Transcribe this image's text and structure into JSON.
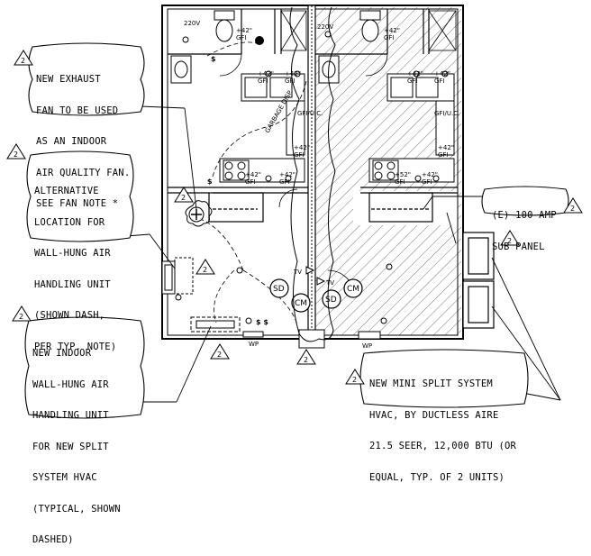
{
  "callouts": {
    "exhaust_fan": [
      "NEW EXHAUST",
      "FAN TO BE USED",
      "AS AN INDOOR",
      "AIR QUALITY FAN.",
      "SEE FAN NOTE *"
    ],
    "alt_location": [
      "ALTERNATIVE",
      "LOCATION FOR",
      "WALL-HUNG AIR",
      "HANDLING UNIT",
      "(SHOWN DASH,",
      "PER TYP. NOTE)"
    ],
    "new_indoor": [
      "NEW INDOOR",
      "WALL-HUNG AIR",
      "HANDLING UNIT",
      "FOR NEW SPLIT",
      "SYSTEM HVAC",
      "(TYPICAL, SHOWN",
      "DASHED)"
    ],
    "sub_panel": [
      "(E) 100 AMP",
      "SUB PANEL"
    ],
    "mini_split": [
      "NEW MINI SPLIT SYSTEM",
      "HVAC, BY DUCTLESS AIRE",
      "21.5 SEER, 12,000 BTU (OR",
      "EQUAL, TYP. OF 2 UNITS)"
    ]
  },
  "revision_mark": "2",
  "plan_labels": {
    "v220_left": "220V",
    "v220_right": "220V",
    "gfi": "GFI",
    "plus42": "+42\"",
    "garbage_disp": "GARBAGE DISP.",
    "gfi_uc_left": "GFI/U.C.",
    "gfi_uc_right": "GFI/U.C.",
    "plus52": "+52\"",
    "sd": "SD",
    "cm": "CM",
    "tv": "TV",
    "wp": "WP",
    "switches": "$ $",
    "switch": "$"
  }
}
